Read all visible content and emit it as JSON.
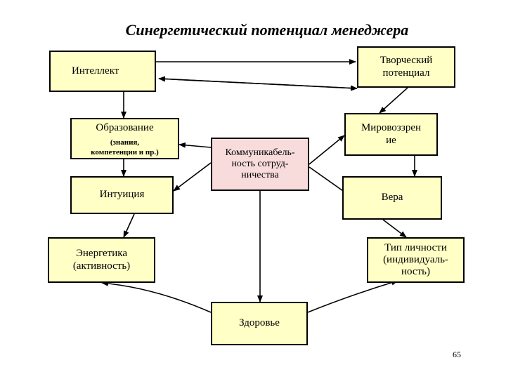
{
  "title": "Синергетический потенциал менеджера",
  "nodes": {
    "intellect": "Интеллект",
    "creative": "Творческий\nпотенциал",
    "education": "Образование",
    "education_sub": "(знания,\nкомпетенции и пр.)",
    "communicability": "Коммуникабель-\nность сотруд-\nничества",
    "worldview": "Мировоззрен\nие",
    "intuition": "Интуиция",
    "faith": "Вера",
    "energy": "Энергетика\n(активность)",
    "personality": "Тип личности\n(индивидуаль-\nность)",
    "health": "Здоровье"
  },
  "page_number": "65",
  "colors": {
    "box_fill": "#ffffc6",
    "center_fill": "#f8dcdc",
    "stroke": "#000000"
  }
}
